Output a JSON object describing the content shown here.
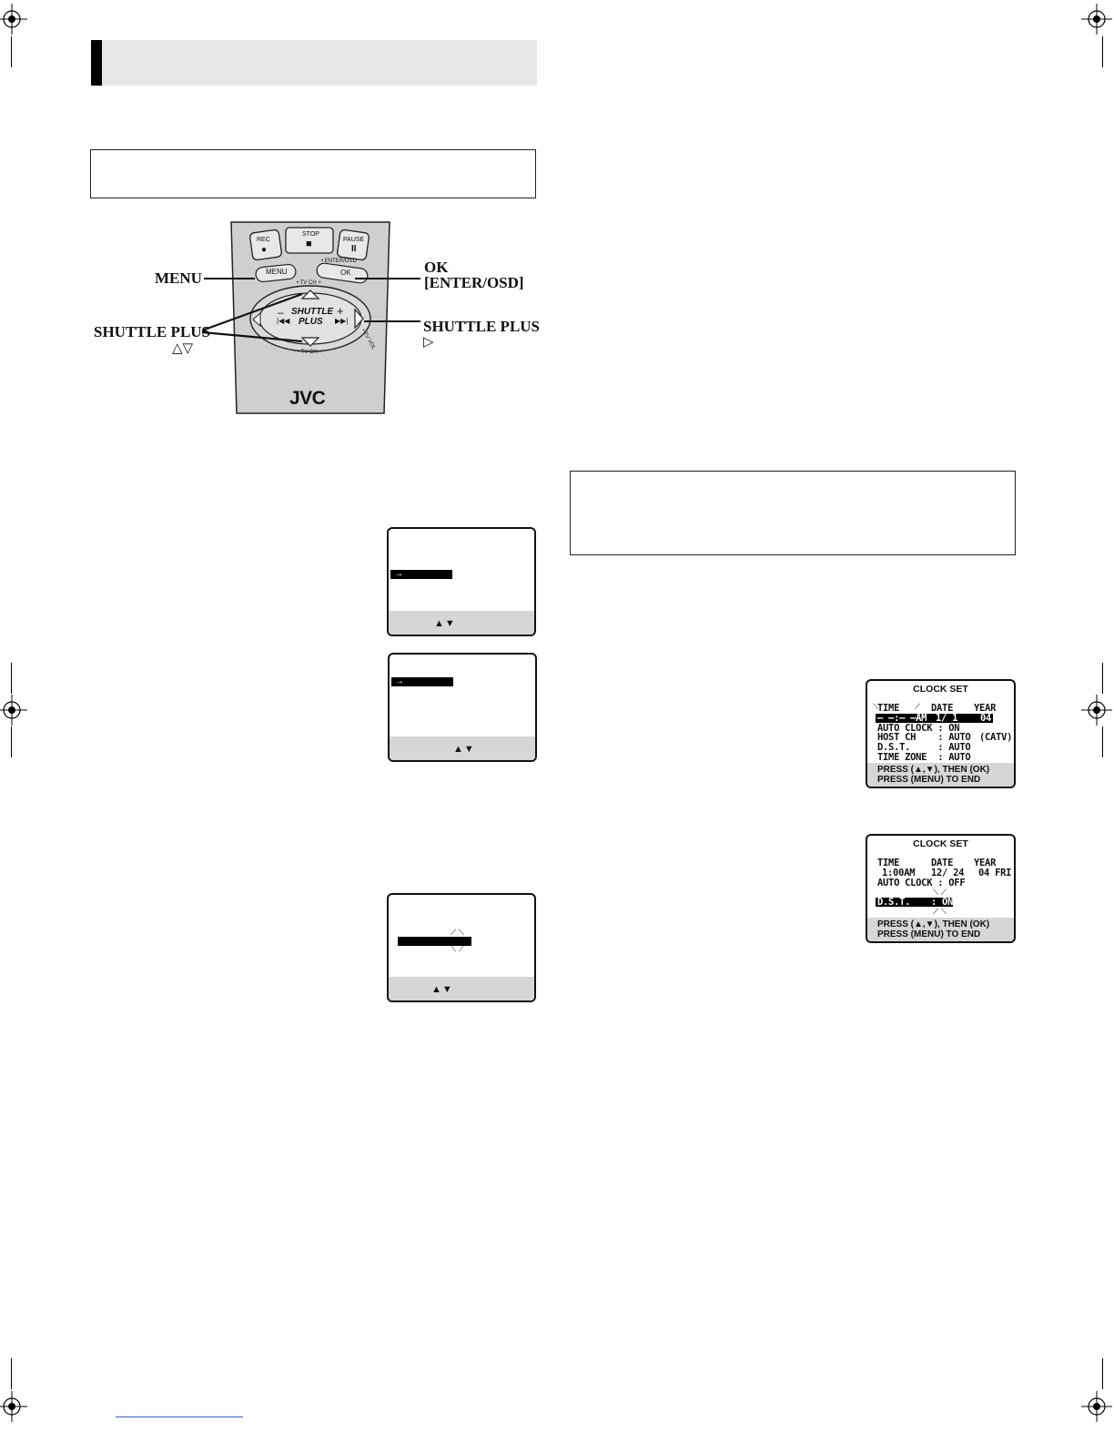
{
  "remote": {
    "labels": {
      "menu": "MENU",
      "ok": "OK",
      "enter_osd": "[ENTER/OSD]",
      "shuttle_plus_left": "SHUTTLE PLUS",
      "shuttle_plus_left_arrows": "△▽",
      "shuttle_plus_right": "SHUTTLE PLUS",
      "shuttle_plus_right_arrow": "▷"
    },
    "buttons": {
      "rec": "REC",
      "stop": "STOP",
      "pause": "PAUSE",
      "menu": "MENU",
      "ok": "OK",
      "enter_osd_small": "• ENTER/OSD",
      "tv_ch_top": "• TV CH +",
      "tv_ch_bottom": "• TV CH –",
      "tv_vol": "• TV VOL",
      "shuttle": "SHUTTLE",
      "plus": "PLUS",
      "minus_sign": "–",
      "plus_sign": "+",
      "brand": "JVC"
    }
  },
  "osd_screens": {
    "screen1_arrows": "▲▼",
    "screen2_arrows": "▲▼",
    "screen3_arrows": "▲▼",
    "arrow_glyph": "→"
  },
  "clock_set_1": {
    "title": "CLOCK SET",
    "hdr_time": "TIME",
    "hdr_date": "DATE",
    "hdr_year": "YEAR",
    "time_val": "– –:– –AM",
    "date_val": "1/ 1",
    "year_val": "04",
    "line_auto_clock": "AUTO CLOCK : ON",
    "line_host_ch": "HOST CH    : AUTO",
    "host_ch_extra": "(CATV)",
    "line_dst": "D.S.T.     : AUTO",
    "line_time_zone": "TIME ZONE  : AUTO",
    "foot1": "PRESS (▲,▼), THEN (OK)",
    "foot2": "PRESS (MENU) TO END"
  },
  "clock_set_2": {
    "title": "CLOCK SET",
    "hdr_time": "TIME",
    "hdr_date": "DATE",
    "hdr_year": "YEAR",
    "time_val": "1:00AM",
    "date_val": "12/ 24",
    "year_val": "04 FRI",
    "line_auto_clock": "AUTO CLOCK : OFF",
    "dst_label": "D.S.T.",
    "dst_value": ": ON",
    "foot1": "PRESS (▲,▼), THEN (OK)",
    "foot2": "PRESS (MENU) TO END"
  }
}
